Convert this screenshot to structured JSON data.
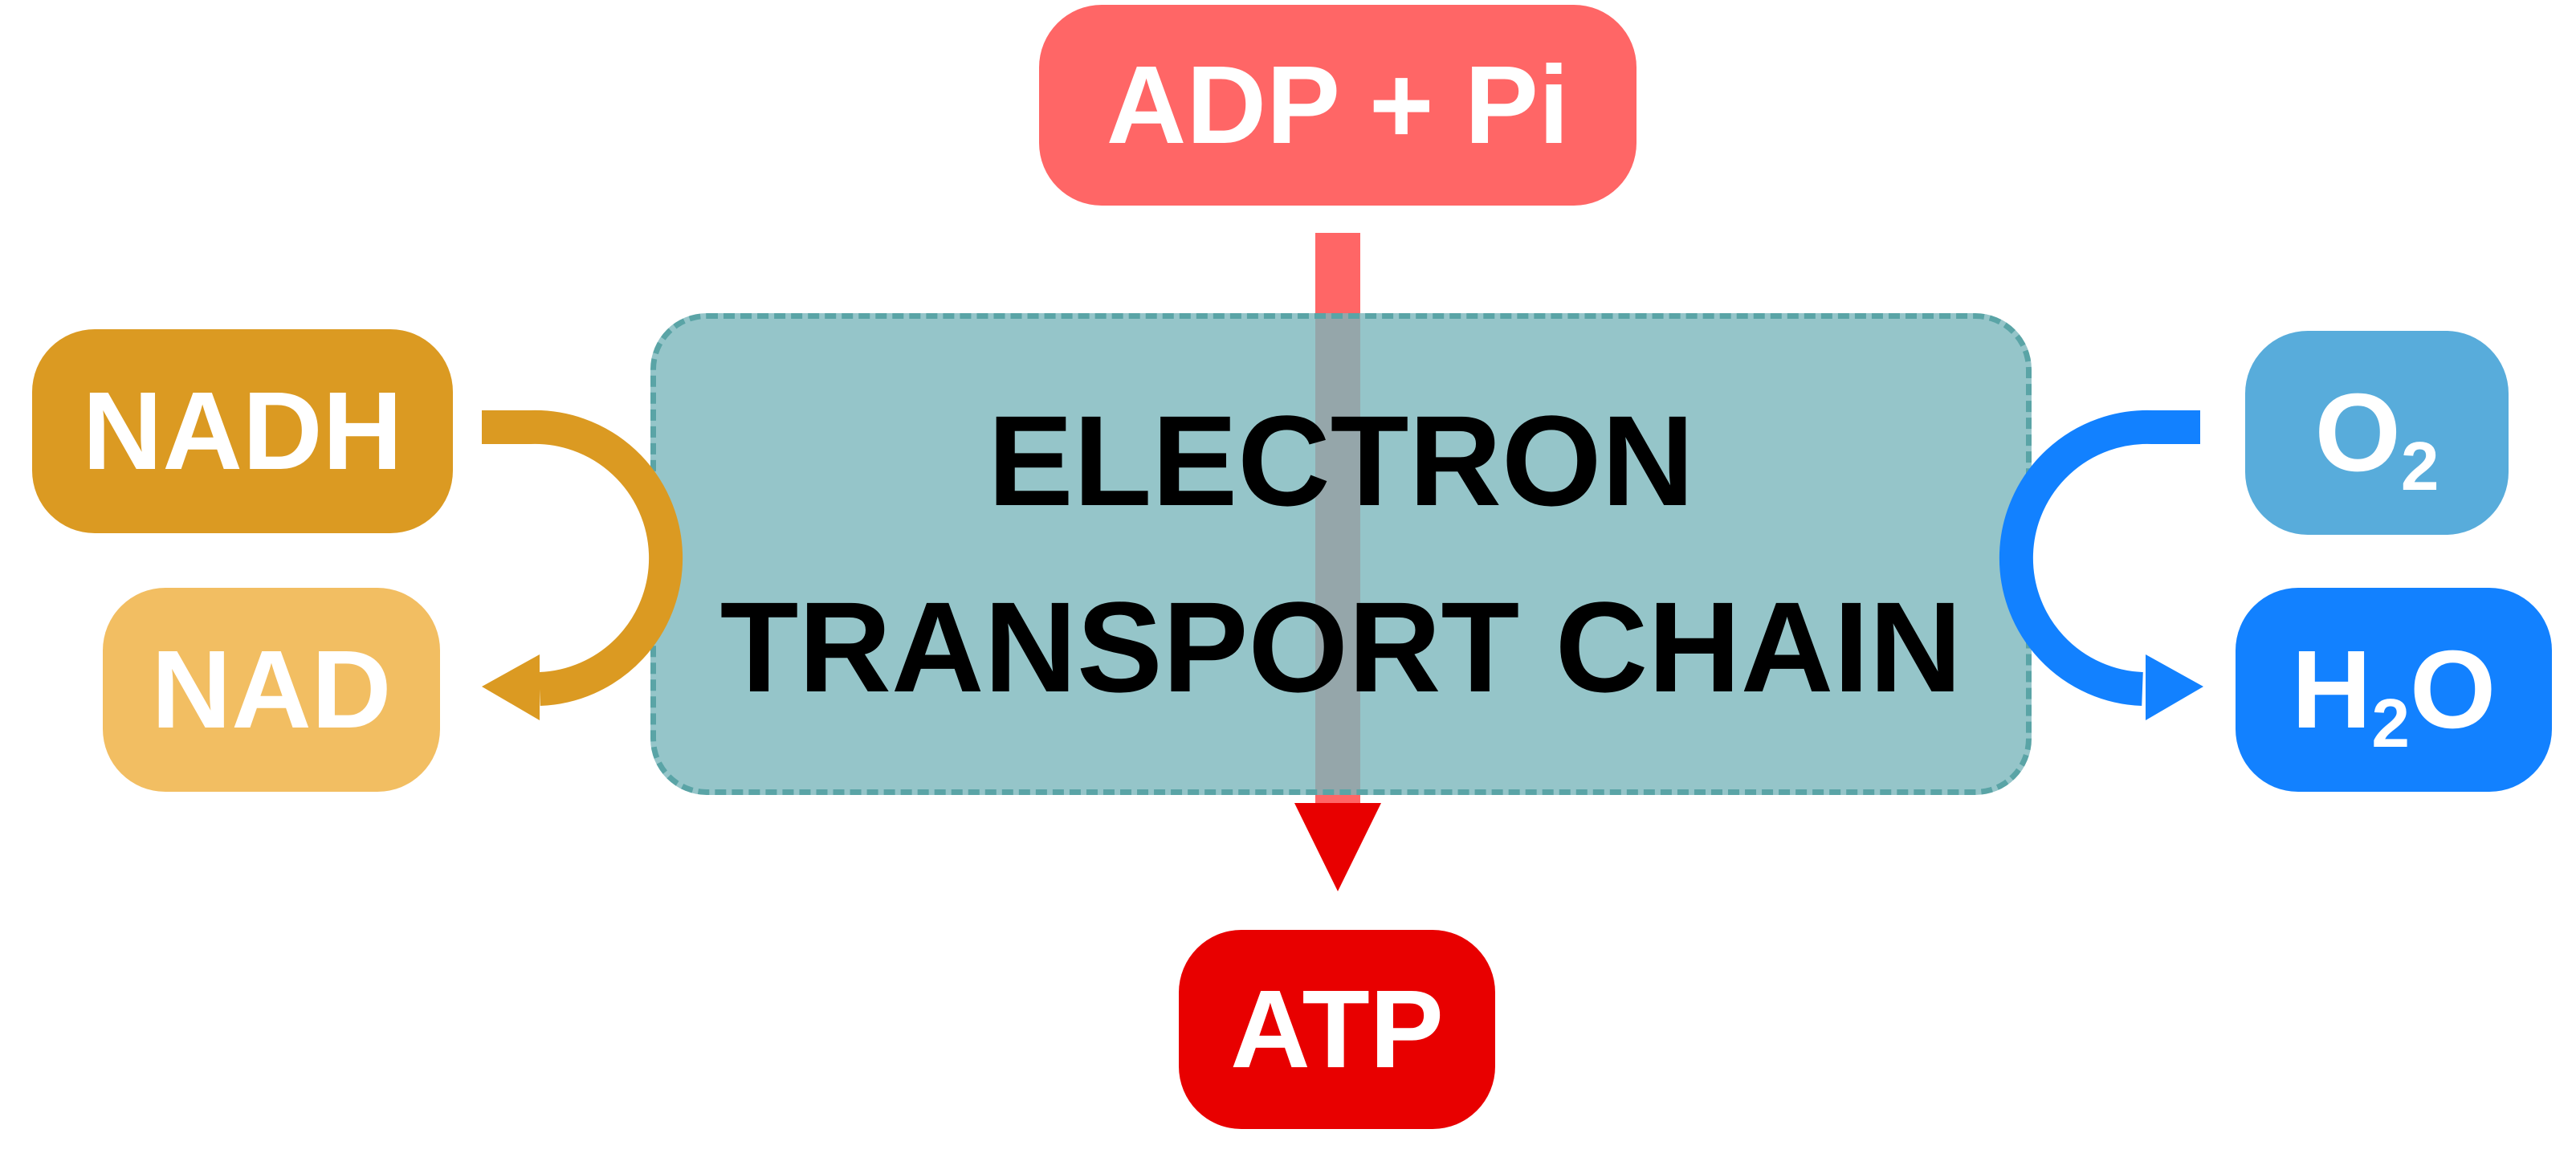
{
  "nodes": {
    "adp_pi": {
      "label": "ADP + Pi"
    },
    "atp": {
      "label": "ATP"
    },
    "nadh": {
      "label": "NADH"
    },
    "nad": {
      "label": "NAD"
    },
    "o2": {
      "main": "O",
      "sub": "2"
    },
    "h2o": {
      "main": "H",
      "sub": "2",
      "tail": "O"
    }
  },
  "center": {
    "line1": "ELECTRON",
    "line2": "TRANSPORT CHAIN"
  },
  "colors": {
    "adp_pi": "#ff6666",
    "atp": "#e80000",
    "nadh": "#db9a22",
    "nad": "#f2be62",
    "o2": "#58acdb",
    "h2o": "#1281ff",
    "center_fill": "#7ab6bb",
    "center_border": "#5aa4a6"
  },
  "icons": [
    "vertical-arrow-icon",
    "nadh-curved-arrow-icon",
    "oxygen-curved-arrow-icon"
  ]
}
